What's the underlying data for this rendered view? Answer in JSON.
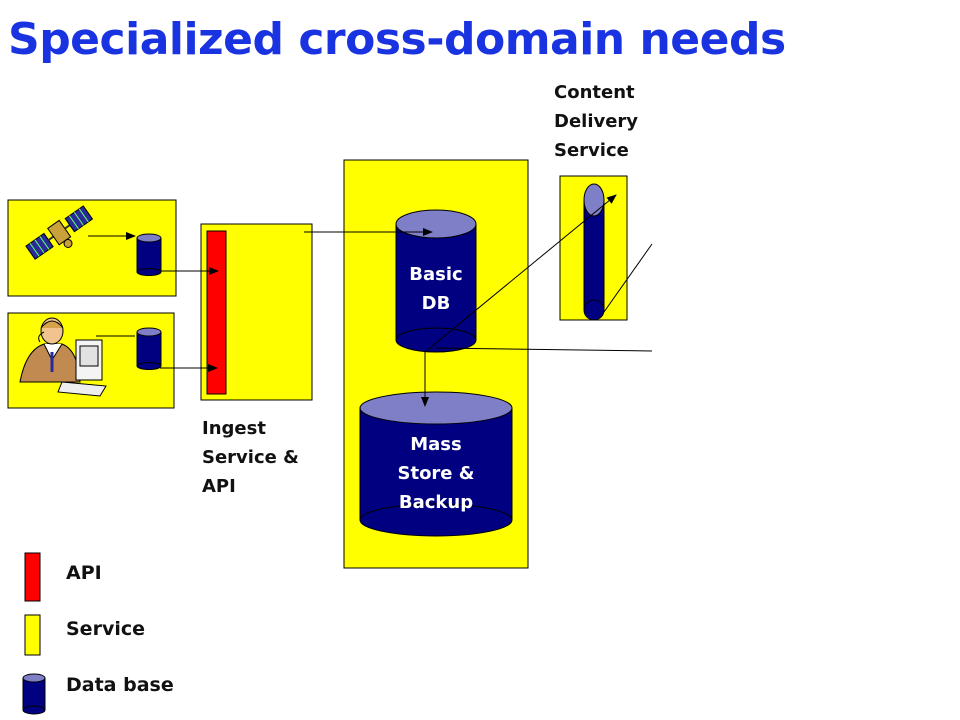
{
  "title": "Specialized cross-domain needs",
  "labels": {
    "content_delivery": [
      "Content",
      "Delivery",
      "Service"
    ],
    "ingest": [
      "Ingest",
      "Service &",
      "API"
    ],
    "basic_db": [
      "Basic",
      "DB"
    ],
    "mass_store": [
      "Mass",
      "Store &",
      "Backup"
    ]
  },
  "legend": {
    "api": "API",
    "service": "Service",
    "database": "Data base"
  },
  "icons": {
    "satellite": "satellite-icon",
    "person": "person-at-computer-icon"
  },
  "colors": {
    "title": "#1a33e0",
    "service": "#ffff00",
    "api": "#ff0000",
    "database_body": "#000080",
    "database_top": "#7f7fc8"
  }
}
